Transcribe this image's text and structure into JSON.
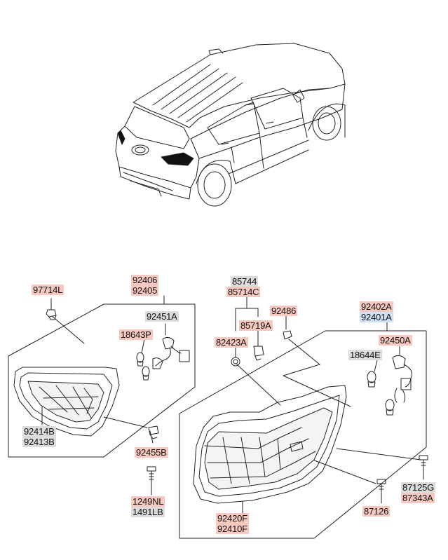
{
  "colors": {
    "red_label_bg": "#f7c8c0",
    "gray_label_bg": "#dcdcdc",
    "blue_label_bg": "#cfe0f4",
    "line": "#222222"
  },
  "icons": {
    "vehicle": "suv-rear-three-quarter-view",
    "inner_lamp": "inner-rear-combination-lamp",
    "outer_lamp": "outer-rear-combination-lamp",
    "bulb": "bulb",
    "socket": "bulb-socket-with-wiring",
    "nut": "nut",
    "screw": "screw",
    "grommet": "grommet"
  },
  "parts": {
    "p97714L": "97714L",
    "p92406": "92406",
    "p92405": "92405",
    "p92451A": "92451A",
    "p18643P": "18643P",
    "p92414B": "92414B",
    "p92413B": "92413B",
    "p92455B": "92455B",
    "p1249NL": "1249NL",
    "p1491LB": "1491LB",
    "p85744": "85744",
    "p85714C": "85714C",
    "p82423A": "82423A",
    "p85719A": "85719A",
    "p92486": "92486",
    "p92402A": "92402A",
    "p92401A": "92401A",
    "p92450A": "92450A",
    "p18644E": "18644E",
    "p87125G": "87125G",
    "p87343A": "87343A",
    "p87126": "87126",
    "p92420F": "92420F",
    "p92410F": "92410F"
  }
}
